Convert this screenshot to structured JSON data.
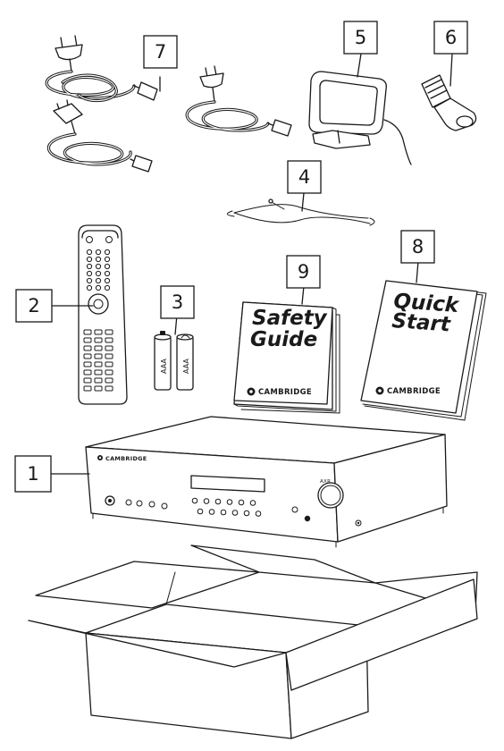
{
  "callouts": {
    "c1": "1",
    "c2": "2",
    "c3": "3",
    "c4": "4",
    "c5": "5",
    "c6": "6",
    "c7": "7",
    "c8": "8",
    "c9": "9"
  },
  "booklets": {
    "safety_line1": "Safety",
    "safety_line2": "Guide",
    "quick_line1": "Quick",
    "quick_line2": "Start",
    "brand": "CAMBRIDGE"
  },
  "amplifier": {
    "brand": "CAMBRIDGE",
    "model": "AXR"
  },
  "batteries": {
    "label": "AAA"
  },
  "colors": {
    "ink": "#1a1a1a",
    "paper": "#ffffff"
  }
}
